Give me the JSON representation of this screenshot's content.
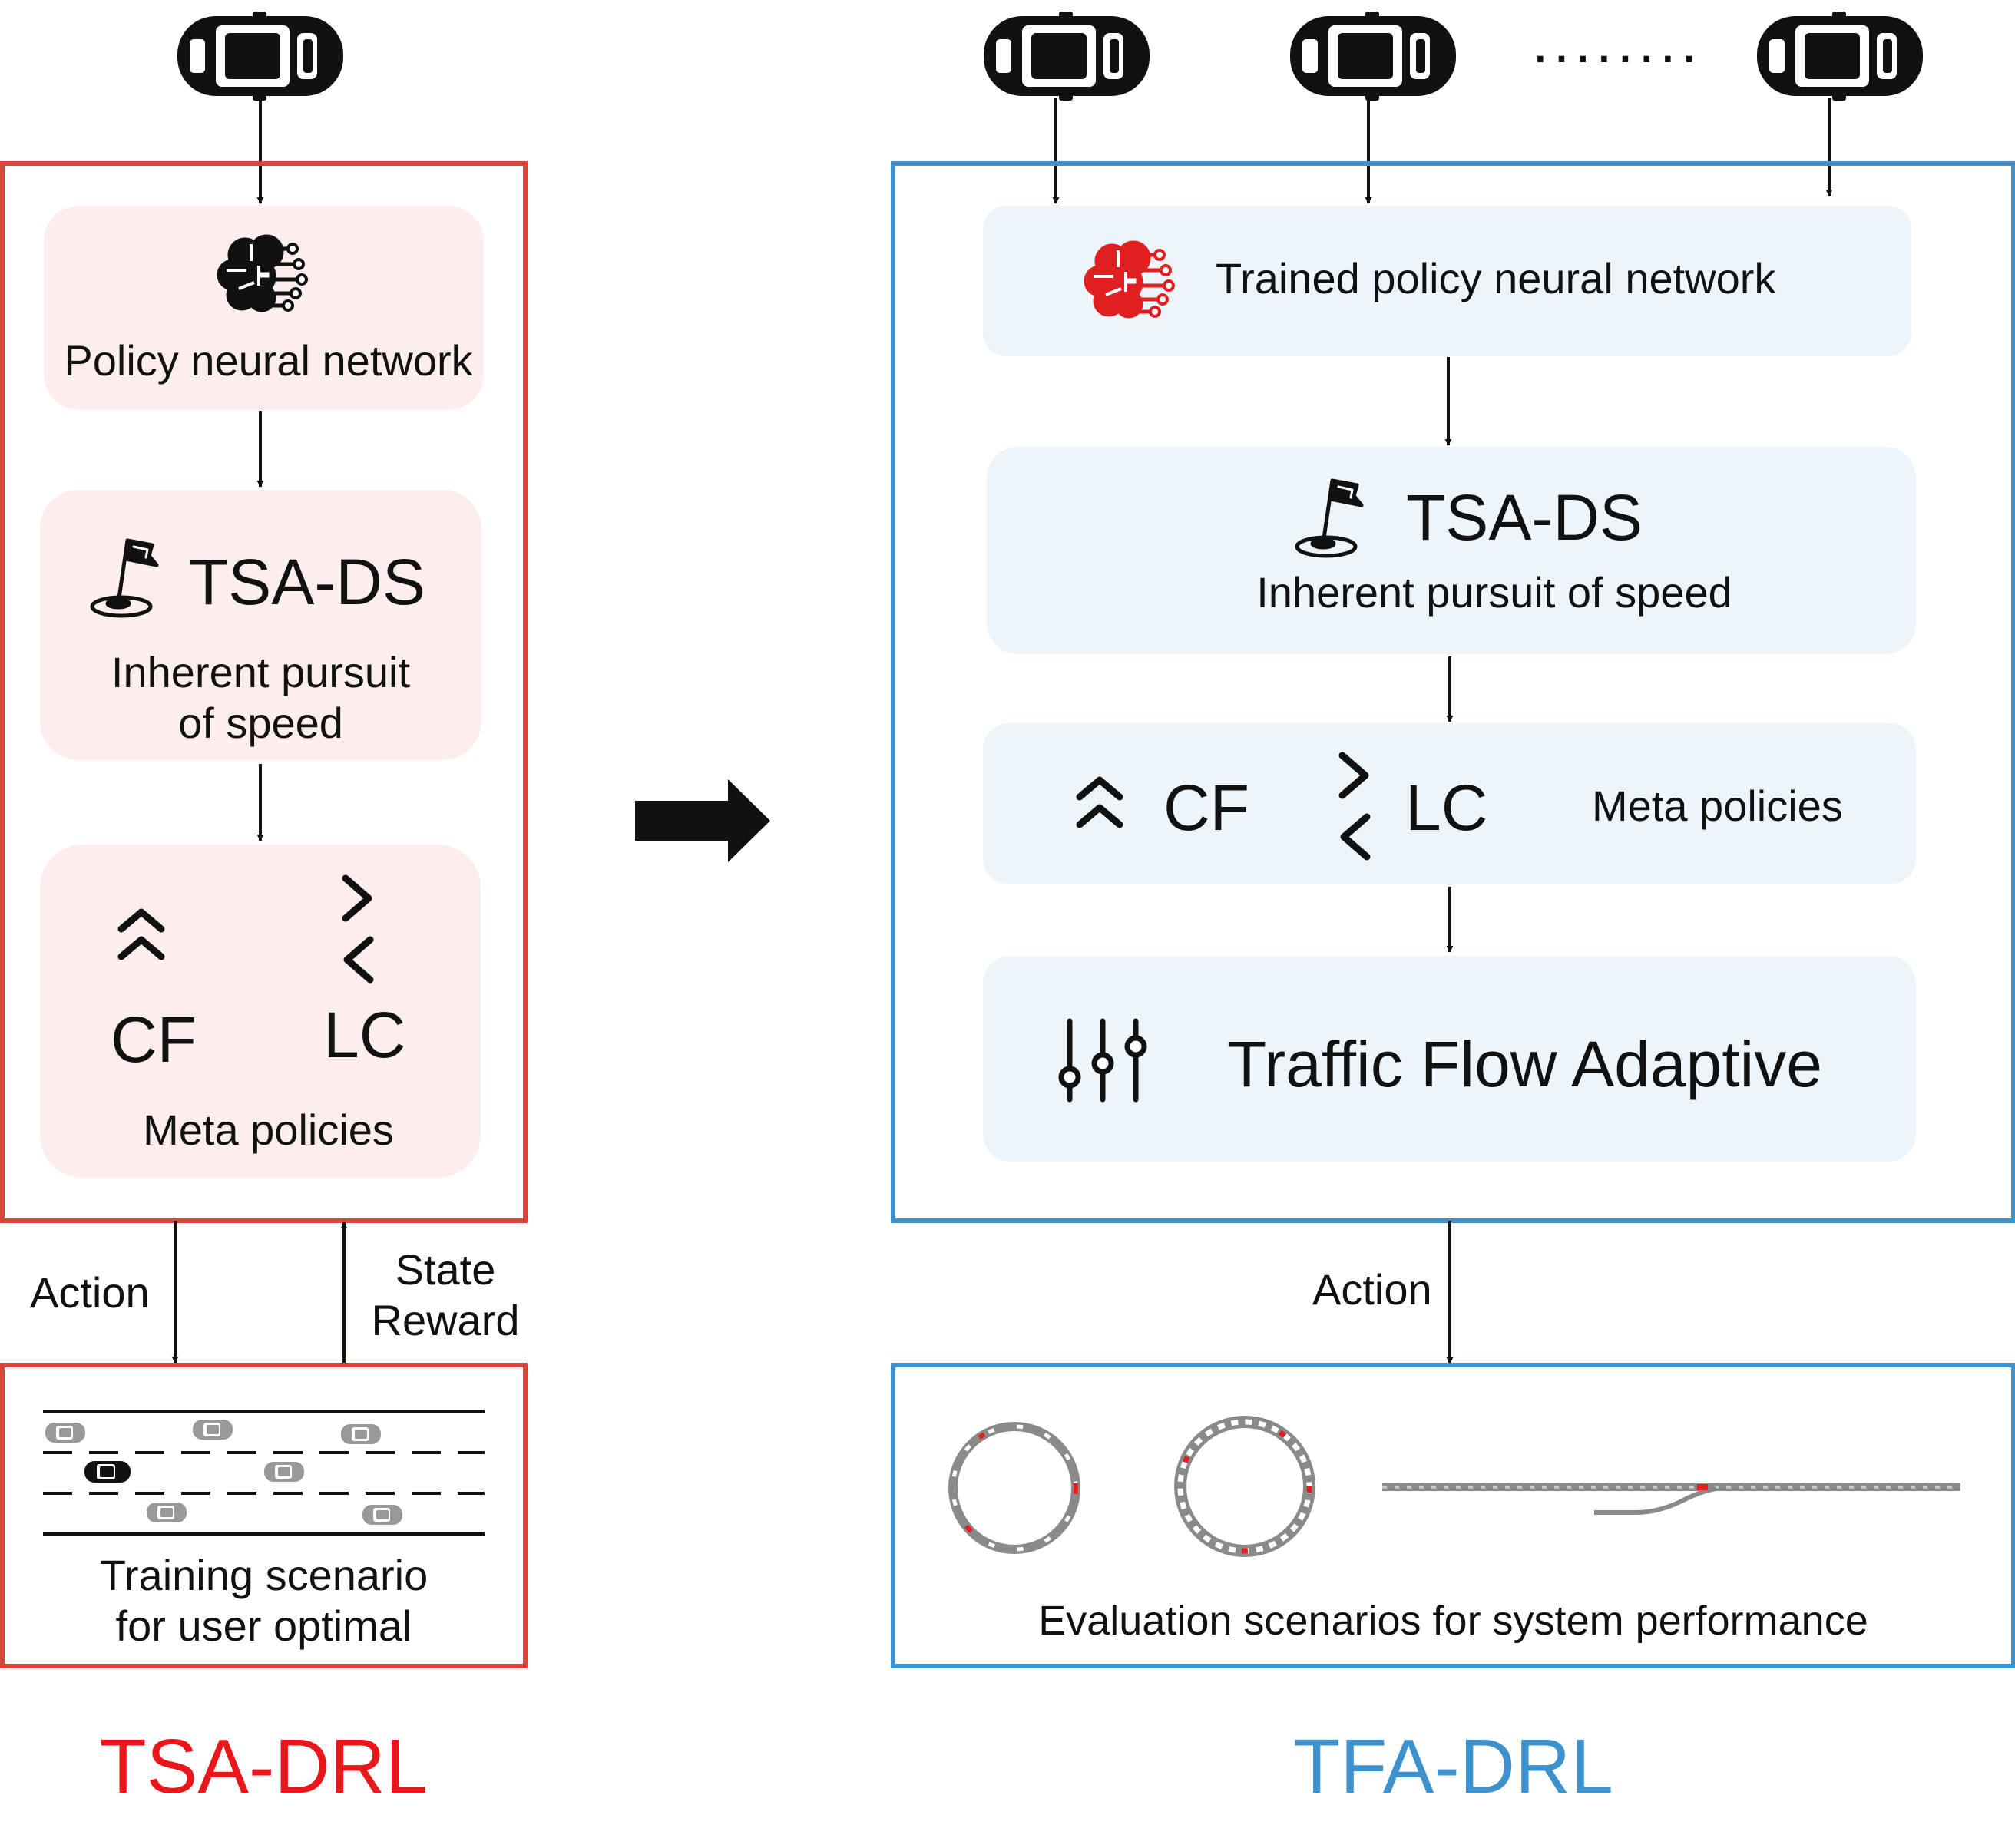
{
  "colors": {
    "left_accent": "#d9453b",
    "right_accent": "#3d91cd",
    "left_fill": "#fdeeee",
    "right_fill": "#eef5fa",
    "left_title": "#e8171b",
    "right_title": "#3d91cd",
    "brain_left": "#111111",
    "brain_right": "#e02020",
    "vehicle_highlight": "#e02020"
  },
  "icons": [
    "car-icon",
    "brain-circuit-icon",
    "flag-pin-icon",
    "double-chevron-up-icon",
    "chevron-zigzag-icon",
    "sliders-icon",
    "arrow-right-icon",
    "ring-road-icon",
    "merge-road-icon"
  ],
  "left": {
    "policy_network": "Policy neural network",
    "tsa_ds": "TSA-DS",
    "inherent_line1": "Inherent pursuit",
    "inherent_line2": "of speed",
    "cf": "CF",
    "lc": "LC",
    "meta_policies": "Meta policies",
    "action": "Action",
    "state": "State",
    "reward": "Reward",
    "scenario_line1": "Training scenario",
    "scenario_line2": "for user optimal",
    "title": "TSA-DRL"
  },
  "right": {
    "dots": "........",
    "policy_network": "Trained policy neural network",
    "tsa_ds": "TSA-DS",
    "inherent": "Inherent pursuit of speed",
    "cf": "CF",
    "lc": "LC",
    "meta_policies": "Meta policies",
    "traffic_flow": "Traffic Flow Adaptive",
    "action": "Action",
    "scenario": "Evaluation scenarios for system performance",
    "title": "TFA-DRL"
  }
}
